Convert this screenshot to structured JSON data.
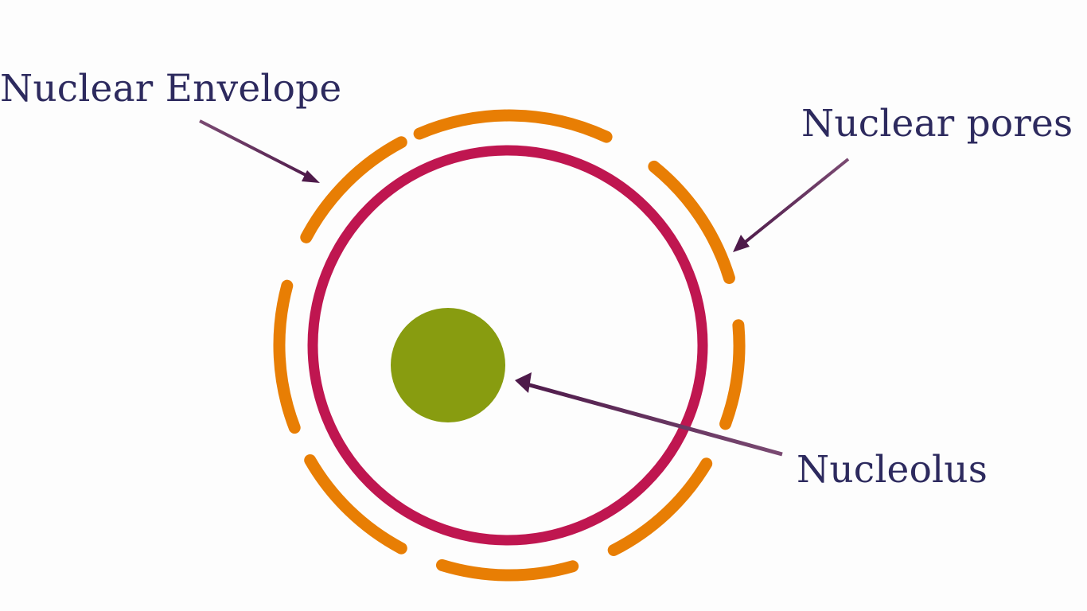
{
  "labels": {
    "nuclear_envelope": "Nuclear Envelope",
    "nuclear_pores": "Nuclear pores",
    "nucleolus": "Nucleolus"
  },
  "colors": {
    "background": "#fdfdfd",
    "outer_membrane": "#e87e04",
    "inner_membrane": "#bf1650",
    "nucleolus": "#889c10",
    "arrow": "#4e1a4a",
    "arrow_tail": "#7a4a72",
    "label_text": "#2d2a5e"
  }
}
